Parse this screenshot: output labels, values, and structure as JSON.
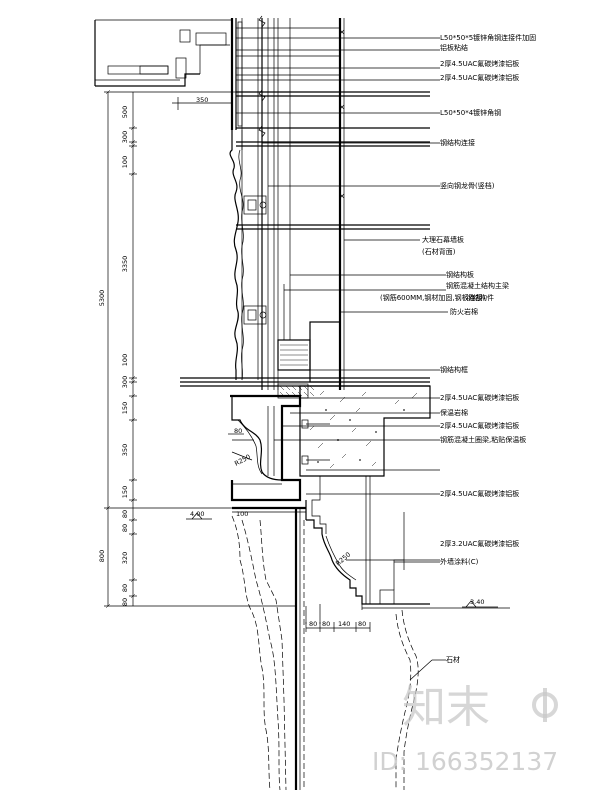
{
  "callouts": [
    {
      "text": "L50*50*5镀锌角钢连接件加固",
      "id": "c1"
    },
    {
      "text": "铝板粘结",
      "id": "c2"
    },
    {
      "text": "2厚4.5UAC氟碳烤漆铝板",
      "id": "c3"
    },
    {
      "text": "2厚4.5UAC氟碳烤漆铝板",
      "id": "c4"
    },
    {
      "text": "L50*50*4镀锌角钢",
      "id": "c5"
    },
    {
      "text": "钢结构连接",
      "id": "c6"
    },
    {
      "text": "竖向钢龙骨(竖档)",
      "id": "c7"
    },
    {
      "text": "大理石幕墙板",
      "id": "c8"
    },
    {
      "text": "(石材背面)",
      "id": "c9"
    },
    {
      "text": "钢结构板",
      "id": "c10"
    },
    {
      "text": "钢筋混凝土结构主梁",
      "id": "c11"
    },
    {
      "text": "(钢筋600MM,钢材加固,钢板连接)",
      "id": "c12"
    },
    {
      "text": "钢结构件",
      "id": "c13"
    },
    {
      "text": "防火岩棉",
      "id": "c14"
    },
    {
      "text": "钢结构框",
      "id": "c15"
    },
    {
      "text": "2厚4.5UAC氟碳烤漆铝板",
      "id": "c16"
    },
    {
      "text": "保温岩棉",
      "id": "c17"
    },
    {
      "text": "2厚4.5UAC氟碳烤漆铝板",
      "id": "c18"
    },
    {
      "text": "钢筋混凝土圈梁,粘贴保温板",
      "id": "c19"
    },
    {
      "text": "2厚4.5UAC氟碳烤漆铝板",
      "id": "c20"
    },
    {
      "text": "2厚3.2UAC氟碳烤漆铝板",
      "id": "c21"
    },
    {
      "text": "外墙涂料(C)",
      "id": "c22"
    },
    {
      "text": "石材",
      "id": "c23"
    }
  ],
  "vertical_dims": [
    {
      "text": "500"
    },
    {
      "text": "300"
    },
    {
      "text": "100"
    },
    {
      "text": "3350"
    },
    {
      "text": "5300"
    },
    {
      "text": "100"
    },
    {
      "text": "300"
    },
    {
      "text": "150"
    },
    {
      "text": "350"
    },
    {
      "text": "150"
    },
    {
      "text": "80"
    },
    {
      "text": "80"
    },
    {
      "text": "800"
    },
    {
      "text": "320"
    },
    {
      "text": "80"
    },
    {
      "text": "80"
    }
  ],
  "misc_dims": {
    "top_350": "350",
    "bracket_80": "80",
    "radius_r250": "R250",
    "dim_100": "100",
    "radius_r250b": "R250",
    "bottom_dims": [
      "80",
      "80",
      "140",
      "80"
    ]
  },
  "levels": {
    "left": "4.00",
    "right": "3.40"
  },
  "watermark": {
    "logo": "知末",
    "id": "ID: 166352137"
  }
}
